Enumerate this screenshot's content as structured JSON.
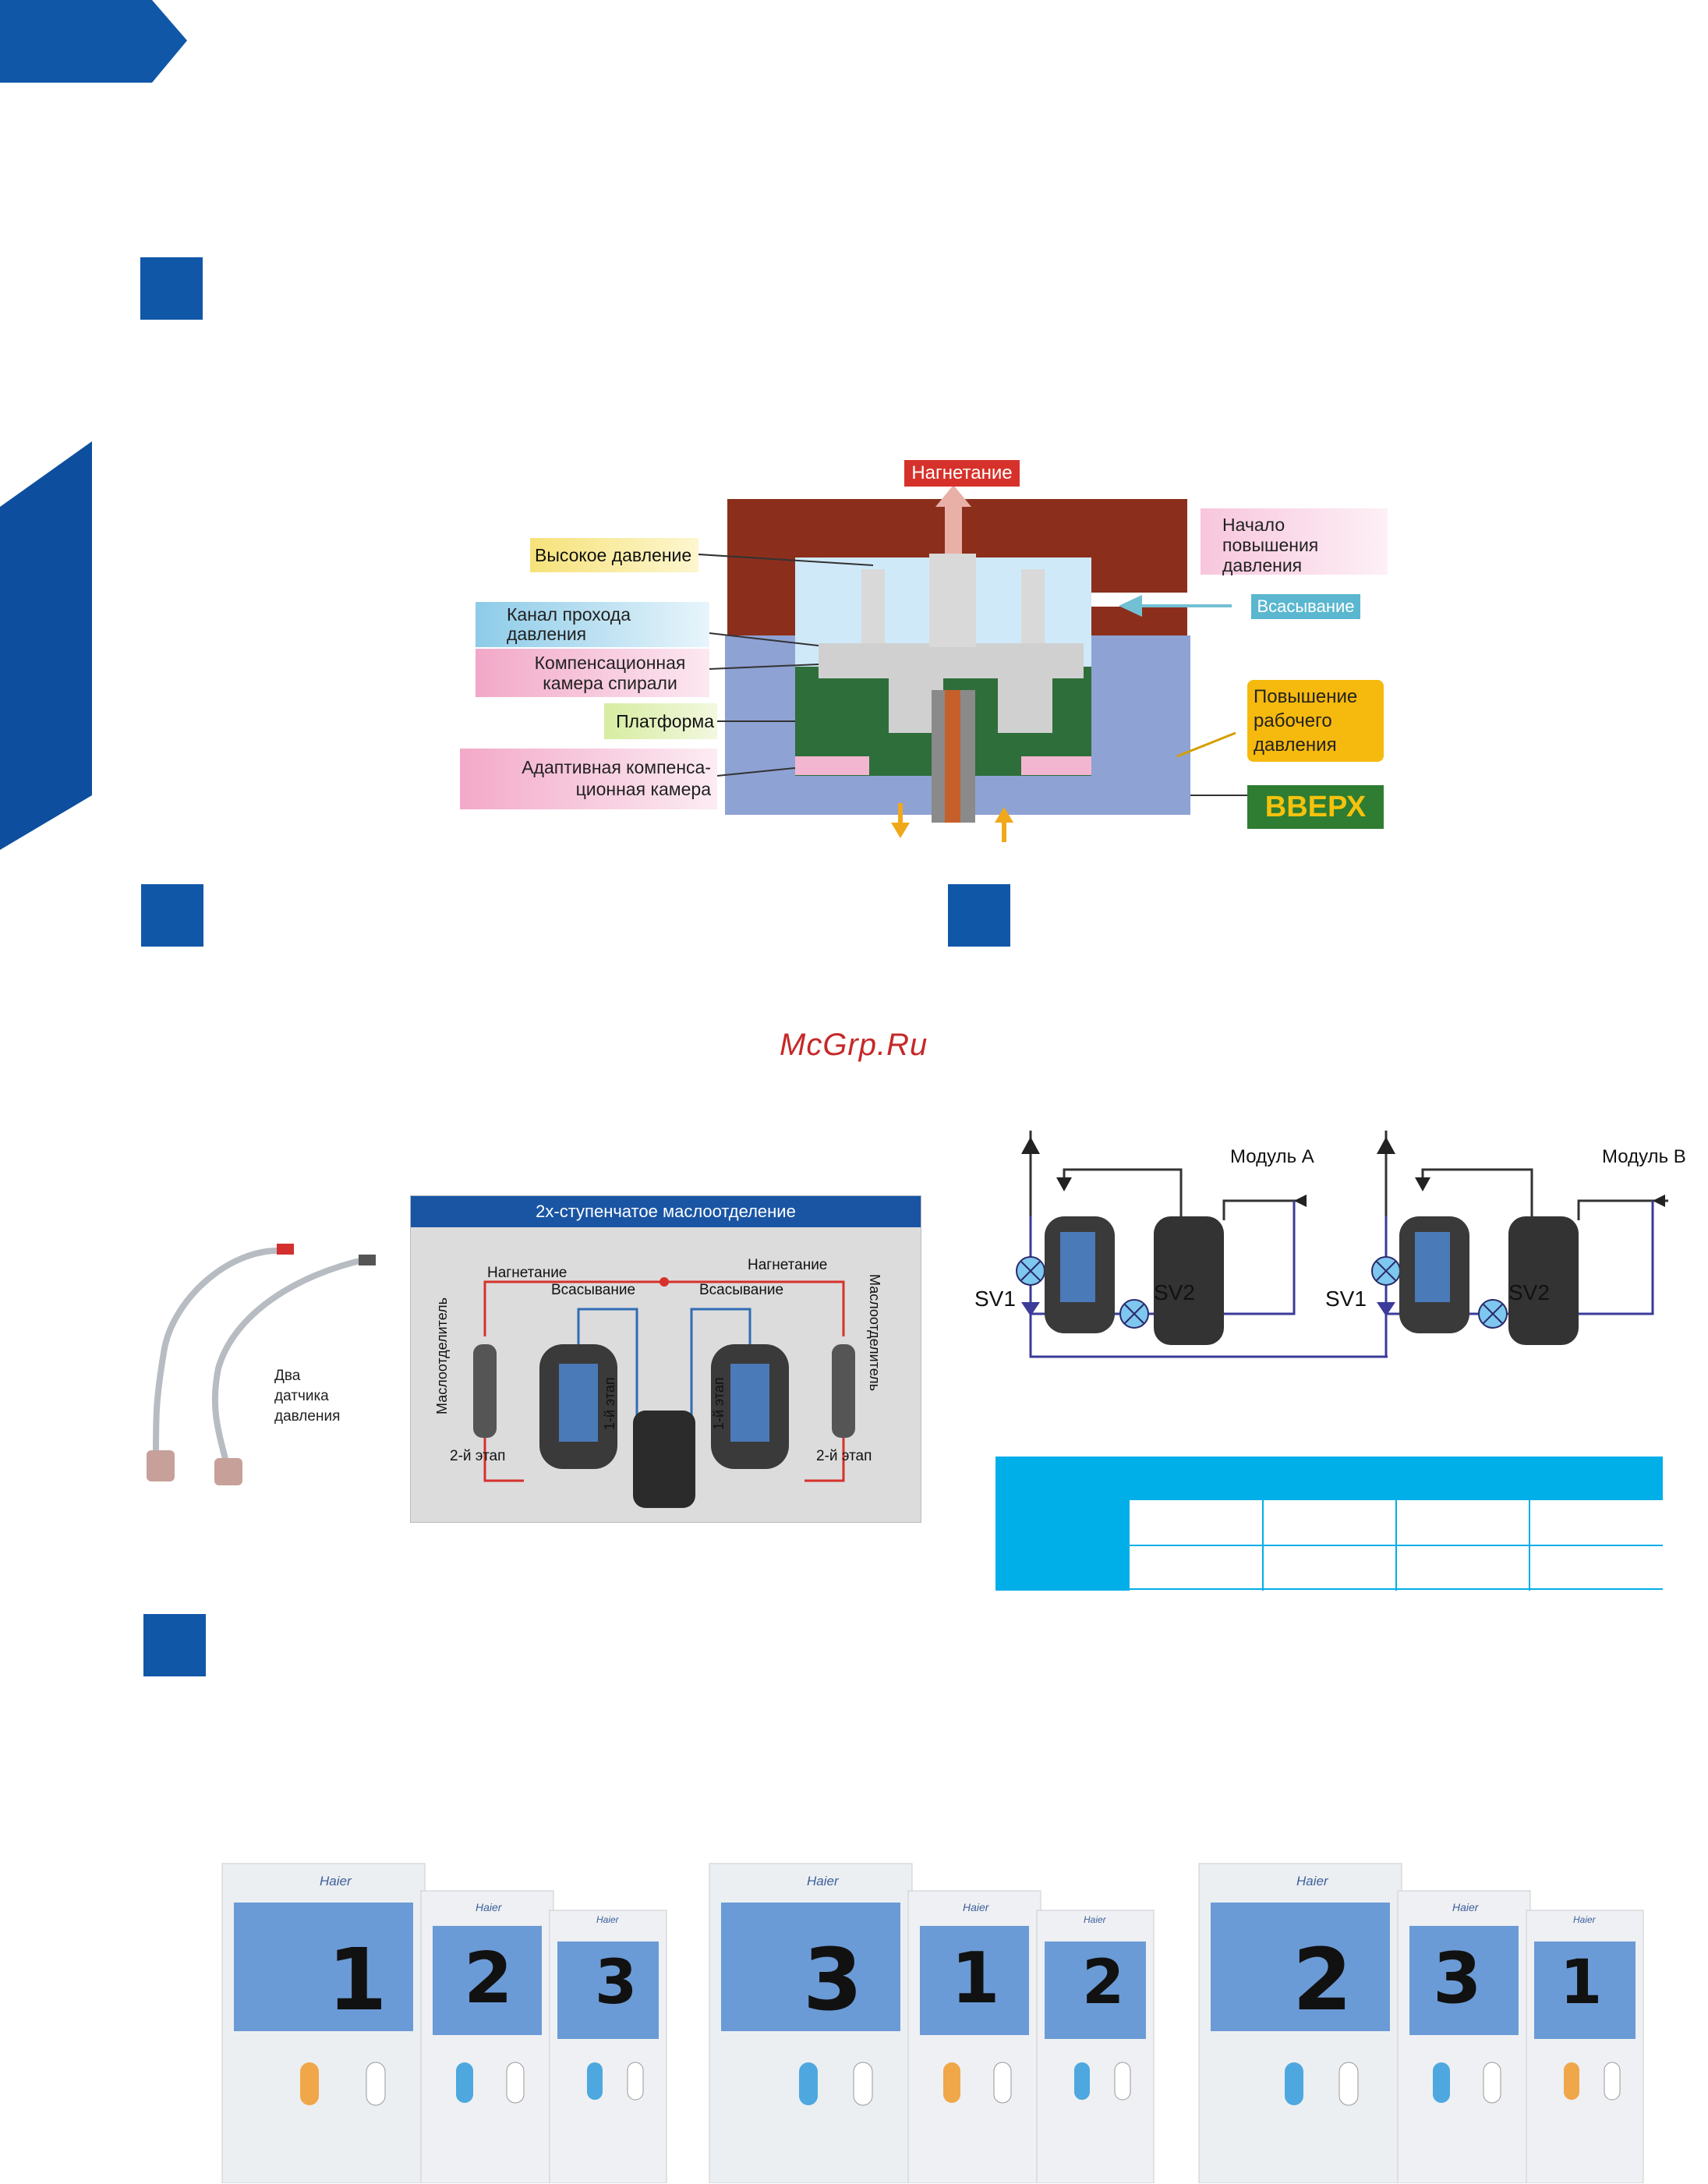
{
  "watermark": "McGrp.Ru",
  "scroll_diagram": {
    "discharge": "Нагнетание",
    "high_pressure": "Высокое давление",
    "pressure_channel": "Канал прохода\nдавления",
    "compensation_chamber": "Компенсационная\nкамера спирали",
    "platform": "Платформа",
    "adaptive_chamber": "Адаптивная компенса-\nционная камера",
    "pressure_rise_start": "Начало\nповышения\nдавления",
    "suction": "Всасывание",
    "working_pressure": "Повышение\nрабочего\nдавления",
    "up": "ВВЕРХ"
  },
  "sensors": {
    "caption": "Два\nдатчика\nдавления"
  },
  "oil_separation": {
    "title": "2х-ступенчатое маслоотделение",
    "discharge_left": "Нагнетание",
    "discharge_right": "Нагнетание",
    "suction_left": "Всасывание",
    "suction_right": "Всасывание",
    "separator_left": "Маслоотделитель",
    "separator_right": "Маслоотделитель",
    "stage1_left": "1-й этап",
    "stage1_right": "1-й этап",
    "stage2_left": "2-й этап",
    "stage2_right": "2-й этап"
  },
  "modules": {
    "module_a": "Модуль A",
    "module_b": "Модуль B",
    "sv1": "SV1",
    "sv2": "SV2"
  },
  "units": {
    "group1": [
      "1",
      "2",
      "3"
    ],
    "group2": [
      "3",
      "1",
      "2"
    ],
    "group3": [
      "2",
      "3",
      "1"
    ],
    "brand": "Haier"
  },
  "colors": {
    "brand_blue": "#1057a8",
    "table_cyan": "#00aee8",
    "discharge_red": "#d6322b",
    "up_green": "#2e7d32"
  }
}
